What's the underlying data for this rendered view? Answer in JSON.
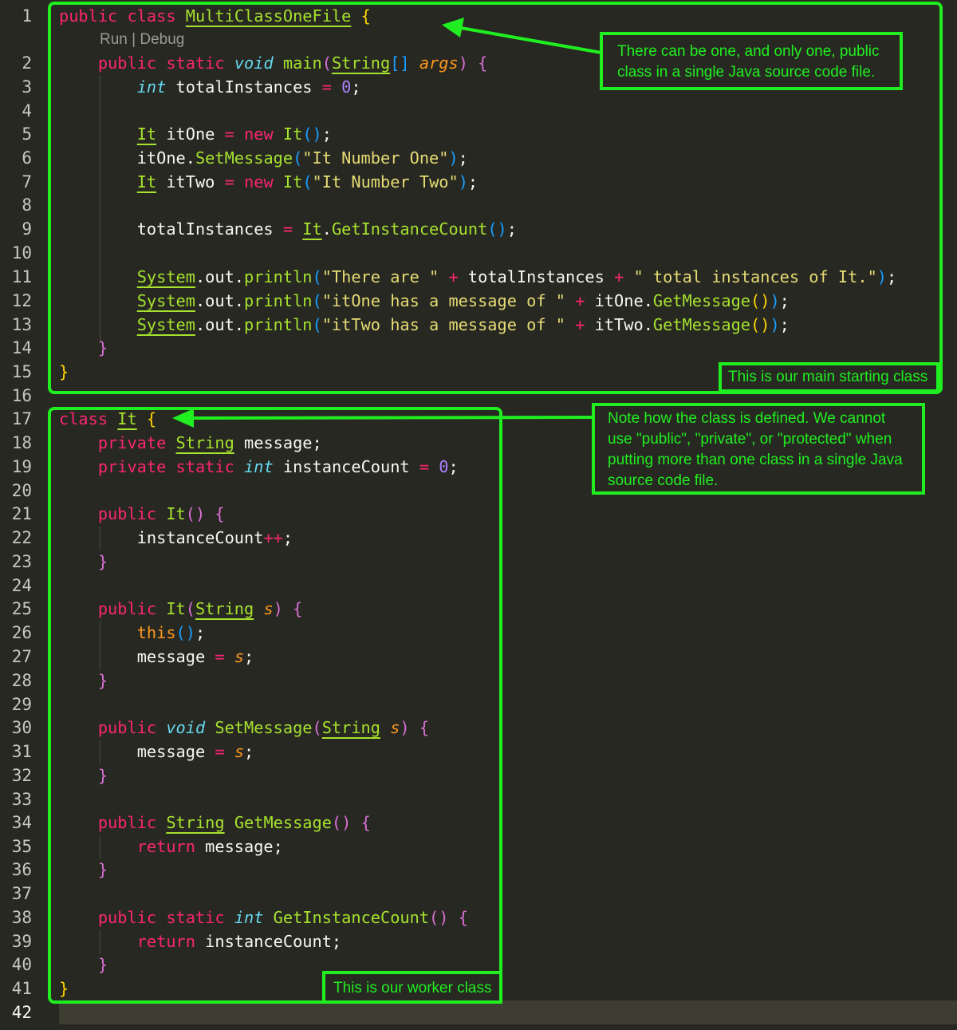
{
  "editor": {
    "line_numbers": [
      "1",
      "2",
      "3",
      "4",
      "5",
      "6",
      "7",
      "8",
      "9",
      "10",
      "11",
      "12",
      "13",
      "14",
      "15",
      "16",
      "17",
      "18",
      "19",
      "20",
      "21",
      "22",
      "23",
      "24",
      "25",
      "26",
      "27",
      "28",
      "29",
      "30",
      "31",
      "32",
      "33",
      "34",
      "35",
      "36",
      "37",
      "38",
      "39",
      "40",
      "41",
      "42"
    ],
    "codelens": {
      "run": "Run",
      "separator": " | ",
      "debug": "Debug"
    }
  },
  "code": {
    "l1": [
      "public",
      "class",
      "MultiClassOneFile",
      "{"
    ],
    "l2": [
      "public",
      "static",
      "void",
      "main",
      "(",
      "String",
      "[]",
      "args",
      ")",
      "{"
    ],
    "l3": [
      "int",
      "totalInstances",
      "=",
      "0",
      ";"
    ],
    "l5": [
      "It",
      "itOne",
      "=",
      "new",
      "It",
      "()",
      ";"
    ],
    "l6": [
      "itOne",
      ".",
      "SetMessage",
      "(",
      "\"It Number One\"",
      ")",
      ";"
    ],
    "l7": [
      "It",
      "itTwo",
      "=",
      "new",
      "It",
      "(",
      "\"It Number Two\"",
      ")",
      ";"
    ],
    "l9": [
      "totalInstances",
      "=",
      "It",
      ".",
      "GetInstanceCount",
      "()",
      ";"
    ],
    "l11": [
      "System",
      ".out.",
      "println",
      "(",
      "\"There are \"",
      "+",
      "totalInstances",
      "+",
      "\" total instances of It.\"",
      ")",
      ";"
    ],
    "l12": [
      "System",
      ".out.",
      "println",
      "(",
      "\"itOne has a message of \"",
      "+",
      "itOne.",
      "GetMessage",
      "()",
      ")",
      ";"
    ],
    "l13": [
      "System",
      ".out.",
      "println",
      "(",
      "\"itTwo has a message of \"",
      "+",
      "itTwo.",
      "GetMessage",
      "()",
      ")",
      ";"
    ],
    "l14": [
      "}"
    ],
    "l15": [
      "}"
    ],
    "l17": [
      "class",
      "It",
      "{"
    ],
    "l18": [
      "private",
      "String",
      "message;"
    ],
    "l19": [
      "private",
      "static",
      "int",
      "instanceCount",
      "=",
      "0",
      ";"
    ],
    "l21": [
      "public",
      "It",
      "()",
      "{"
    ],
    "l22": [
      "instanceCount",
      "++",
      ";"
    ],
    "l23": [
      "}"
    ],
    "l25": [
      "public",
      "It",
      "(",
      "String",
      "s",
      ")",
      "{"
    ],
    "l26": [
      "this",
      "()",
      ";"
    ],
    "l27": [
      "message",
      "=",
      "s",
      ";"
    ],
    "l28": [
      "}"
    ],
    "l30": [
      "public",
      "void",
      "SetMessage",
      "(",
      "String",
      "s",
      ")",
      "{"
    ],
    "l31": [
      "message",
      "=",
      "s",
      ";"
    ],
    "l32": [
      "}"
    ],
    "l34": [
      "public",
      "String",
      "GetMessage",
      "()",
      "{"
    ],
    "l35": [
      "return",
      "message;"
    ],
    "l36": [
      "}"
    ],
    "l38": [
      "public",
      "static",
      "int",
      "GetInstanceCount",
      "()",
      "{"
    ],
    "l39": [
      "return",
      "instanceCount;"
    ],
    "l40": [
      "}"
    ],
    "l41": [
      "}"
    ]
  },
  "annotations": {
    "public_class_note": "There can be one, and only one, public class in a single Java source code file.",
    "main_class_label": "This is our main starting class",
    "class_definition_note": "Note how the class is defined. We cannot use \"public\", \"private\", or \"protected\" when putting more than one class in a single Java source code file.",
    "worker_class_label": "This is our worker class"
  },
  "colors": {
    "background": "#272822",
    "annotation_green": "#20ee20",
    "keyword": "#f92672",
    "type": "#66d9ef",
    "class_name": "#a6e22e",
    "string": "#e6db74",
    "number": "#ae81ff",
    "parameter": "#fd971f"
  }
}
